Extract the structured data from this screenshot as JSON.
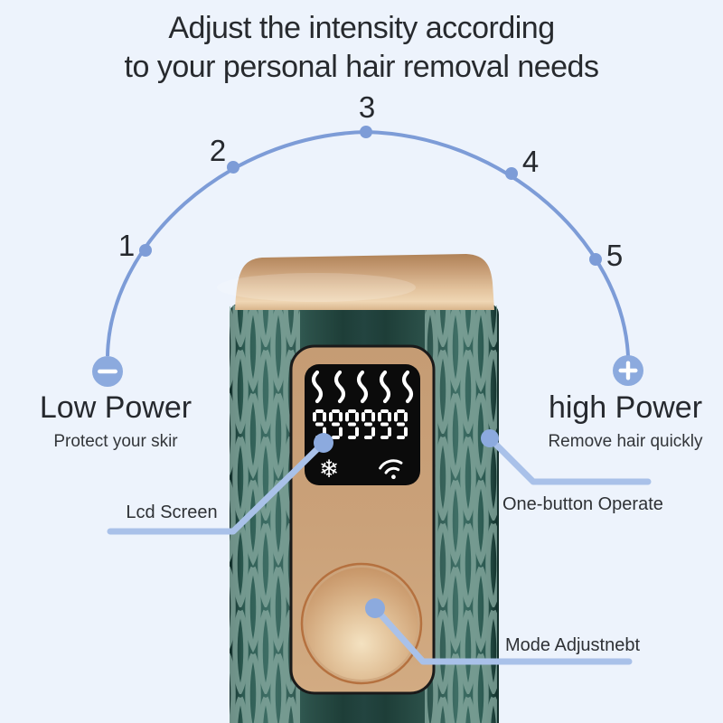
{
  "title": {
    "line1": "Adjust the intensity according",
    "line2": "to your personal hair removal needs"
  },
  "intensity_scale": {
    "levels": [
      "1",
      "2",
      "3",
      "4",
      "5"
    ]
  },
  "low_power": {
    "heading": "Low Power",
    "subheading": "Protect your skir",
    "icon": "minus-icon"
  },
  "high_power": {
    "heading": "high Power",
    "subheading": "Remove hair quickly",
    "icon": "plus-icon"
  },
  "callouts": {
    "lcd_screen": {
      "label": "Lcd Screen"
    },
    "one_button": {
      "label": "One-button Operate"
    },
    "mode_adjust": {
      "label": "Mode Adjustnebt"
    }
  },
  "device": {
    "display": {
      "counter": "999999",
      "snowflake_glyph": "❄",
      "icons": [
        "heat-wave-icon x5",
        "snowflake-icon",
        "signal-icon"
      ]
    }
  },
  "colors": {
    "background": "#edf3fc",
    "arc_blue": "#7d9cd7",
    "callout_line_blue": "#a9c1e9",
    "marker_blue": "#8caade",
    "text_dark": "#26292e",
    "device_green": "#2a4f48",
    "device_gold": "#cda47e",
    "screen_black": "#0b0b0b"
  }
}
